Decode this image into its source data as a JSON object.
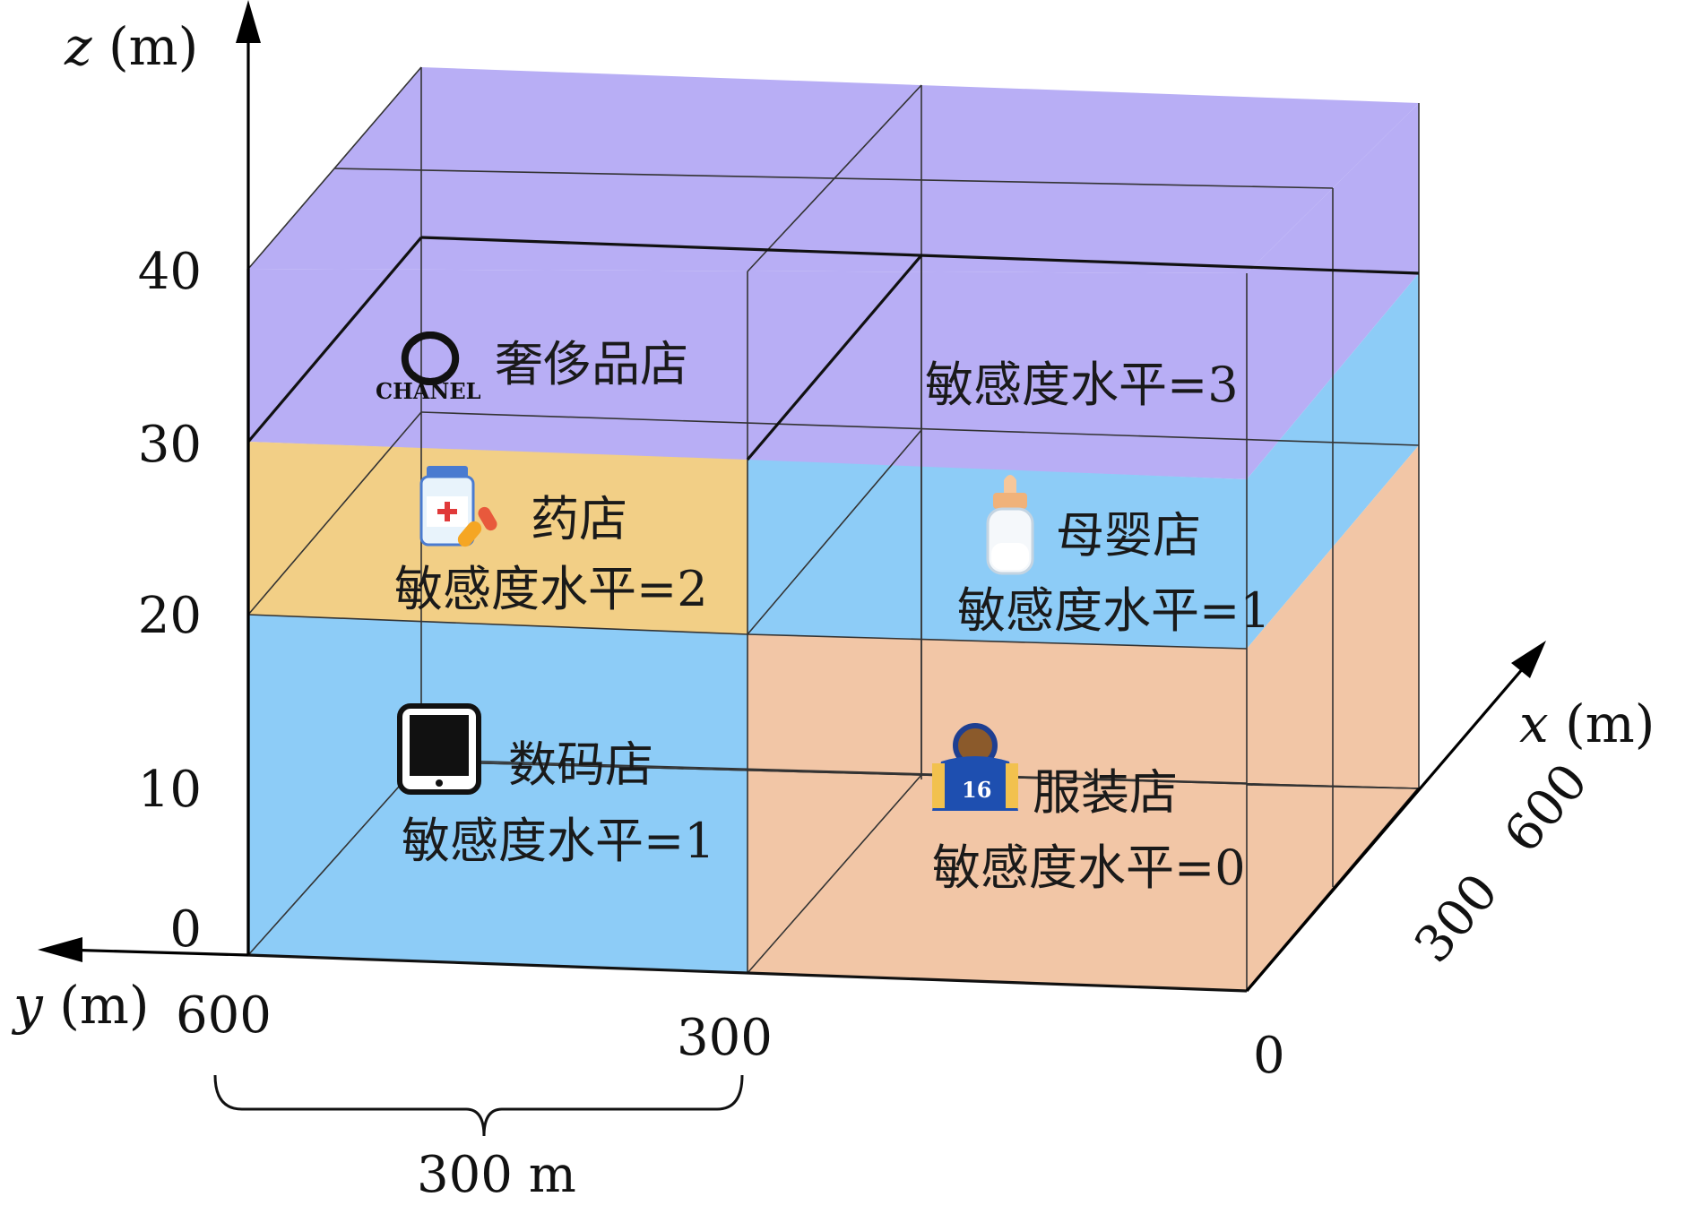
{
  "axes": {
    "z": {
      "var": "z",
      "unit": " (m)",
      "ticks": [
        "0",
        "10",
        "20",
        "30",
        "40"
      ]
    },
    "y": {
      "var": "y",
      "unit": " (m)",
      "ticks": [
        "600",
        "300"
      ]
    },
    "x": {
      "var": "x",
      "unit": " (m)",
      "ticks": [
        "0",
        "300",
        "600"
      ]
    }
  },
  "span_label": "300 m",
  "colors": {
    "luxury": "#b8aef5",
    "pharmacy": "#f2cf86",
    "baby": "#8dccf7",
    "digital": "#8dccf7",
    "clothing": "#f2c6a6"
  },
  "stores": {
    "luxury": {
      "name": "奢侈品店",
      "sensitivity": "敏感度水平=3",
      "icon": "chanel-logo",
      "logo_text": "CHANEL"
    },
    "pharmacy": {
      "name": "药店",
      "sensitivity": "敏感度水平=2",
      "icon": "medicine-bottle-icon"
    },
    "baby": {
      "name": "母婴店",
      "sensitivity": "敏感度水平=1",
      "icon": "baby-bottle-icon"
    },
    "digital": {
      "name": "数码店",
      "sensitivity": "敏感度水平=1",
      "icon": "tablet-icon"
    },
    "clothing": {
      "name": "服装店",
      "sensitivity": "敏感度水平=0",
      "icon": "hoodie-icon",
      "icon_text": "16"
    }
  }
}
